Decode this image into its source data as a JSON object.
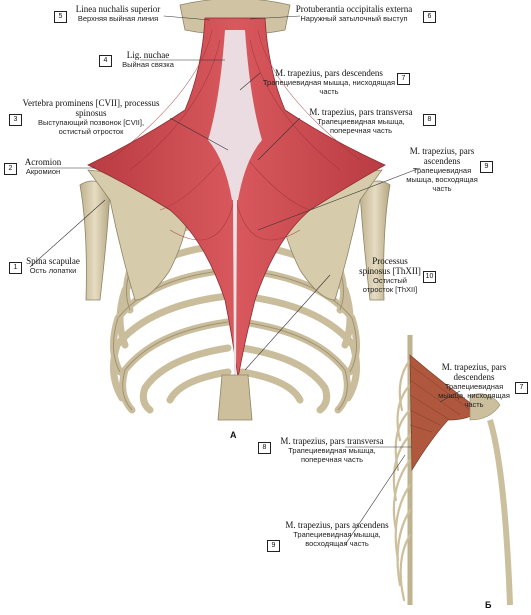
{
  "labels": [
    {
      "n": "5",
      "lat": "Linea nuchalis superior",
      "ru": "Верхняя выйная линия"
    },
    {
      "n": "6",
      "lat": "Protuberantia occipitalis externa",
      "ru": "Наружный затылочный выступ"
    },
    {
      "n": "4",
      "lat": "Lig. nuchae",
      "ru": "Выйная связка"
    },
    {
      "n": "7",
      "lat": "M. trapezius, pars descendens",
      "ru": "Трапециевидная мышца, нисходящая часть"
    },
    {
      "n": "3",
      "lat": "Vertebra prominens [CVII], processus spinosus",
      "ru": "Выступающий позвонок [CVII], остистый отросток"
    },
    {
      "n": "8",
      "lat": "M. trapezius, pars transversa",
      "ru": "Трапециевидная мышца, поперечная часть"
    },
    {
      "n": "2",
      "lat": "Acromion",
      "ru": "Акромион"
    },
    {
      "n": "9",
      "lat": "M. trapezius, pars ascendens",
      "ru": "Трапециевидная мышца, восходящая часть"
    },
    {
      "n": "1",
      "lat": "Spina scapulae",
      "ru": "Ость лопатки"
    },
    {
      "n": "10",
      "lat": "Processus spinosus [ThXII]",
      "ru": "Остистый отросток [ThXII]"
    }
  ],
  "inset_labels": [
    {
      "n": "7",
      "lat": "M. trapezius, pars descendens",
      "ru": "Трапециевидная мышца, нисходящая часть"
    },
    {
      "n": "8",
      "lat": "M. trapezius, pars transversa",
      "ru": "Трапециевидная мышца, поперечная часть"
    },
    {
      "n": "9",
      "lat": "M. trapezius, pars ascendens",
      "ru": "Трапециевидная мышца, восходящая часть"
    }
  ],
  "figure_a": "A",
  "figure_b": "Б",
  "colors": {
    "muscle": "#c8454a",
    "muscle_dark": "#a7353a",
    "tendon": "#e9e6ea",
    "bone": "#d9cfb4",
    "bone_shadow": "#a89c7a",
    "inset_muscle": "#b0583e"
  }
}
